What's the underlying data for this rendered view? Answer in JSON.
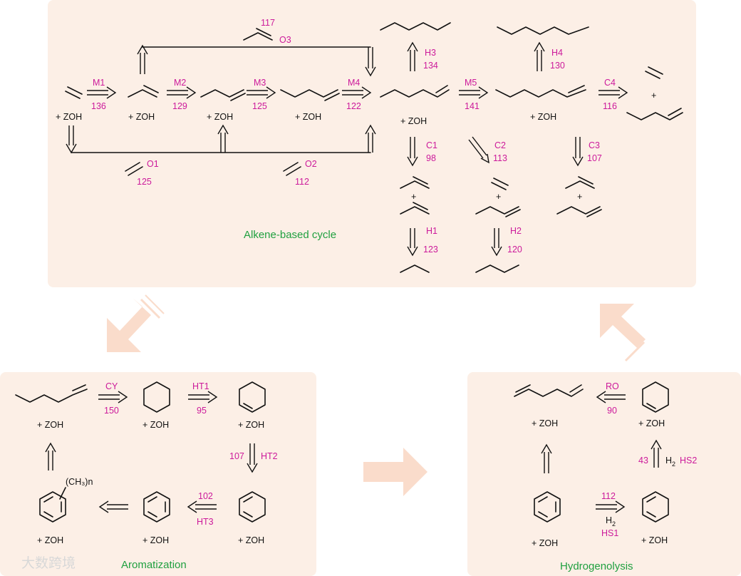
{
  "sections": {
    "top": "Alkene-based cycle",
    "left": "Aromatization",
    "right": "Hydrogenolysis"
  },
  "common": {
    "zoh": "+ ZOH",
    "plus": "+",
    "h2": "H",
    "h2sub": "2",
    "ch3n": "(CH₃)n"
  },
  "steps": {
    "M1": {
      "label": "M1",
      "value": "136"
    },
    "M2": {
      "label": "M2",
      "value": "129"
    },
    "M3": {
      "label": "M3",
      "value": "125"
    },
    "M4": {
      "label": "M4",
      "value": "122"
    },
    "M5": {
      "label": "M5",
      "value": "141"
    },
    "O1": {
      "label": "O1",
      "value": "125"
    },
    "O2": {
      "label": "O2",
      "value": "112"
    },
    "O3": {
      "label": "O3",
      "value": "117"
    },
    "H1": {
      "label": "H1",
      "value": "123"
    },
    "H2": {
      "label": "H2",
      "value": "120"
    },
    "H3": {
      "label": "H3",
      "value": "134"
    },
    "H4": {
      "label": "H4",
      "value": "130"
    },
    "C1": {
      "label": "C1",
      "value": "98"
    },
    "C2": {
      "label": "C2",
      "value": "113"
    },
    "C3": {
      "label": "C3",
      "value": "107"
    },
    "C4": {
      "label": "C4",
      "value": "116"
    },
    "CY": {
      "label": "CY",
      "value": "150"
    },
    "HT1": {
      "label": "HT1",
      "value": "95"
    },
    "HT2": {
      "label": "HT2",
      "value": "107"
    },
    "HT3": {
      "label": "HT3",
      "value": "102"
    },
    "RO": {
      "label": "RO",
      "value": "90"
    },
    "HS1": {
      "label": "HS1",
      "value": "112"
    },
    "HS2": {
      "label": "HS2",
      "value": "43"
    }
  },
  "watermark": "大数跨境",
  "colors": {
    "panel": "#fcefe6",
    "label": "#cc1a9b",
    "section": "#20a040",
    "big_arrow": "#fadccb"
  }
}
